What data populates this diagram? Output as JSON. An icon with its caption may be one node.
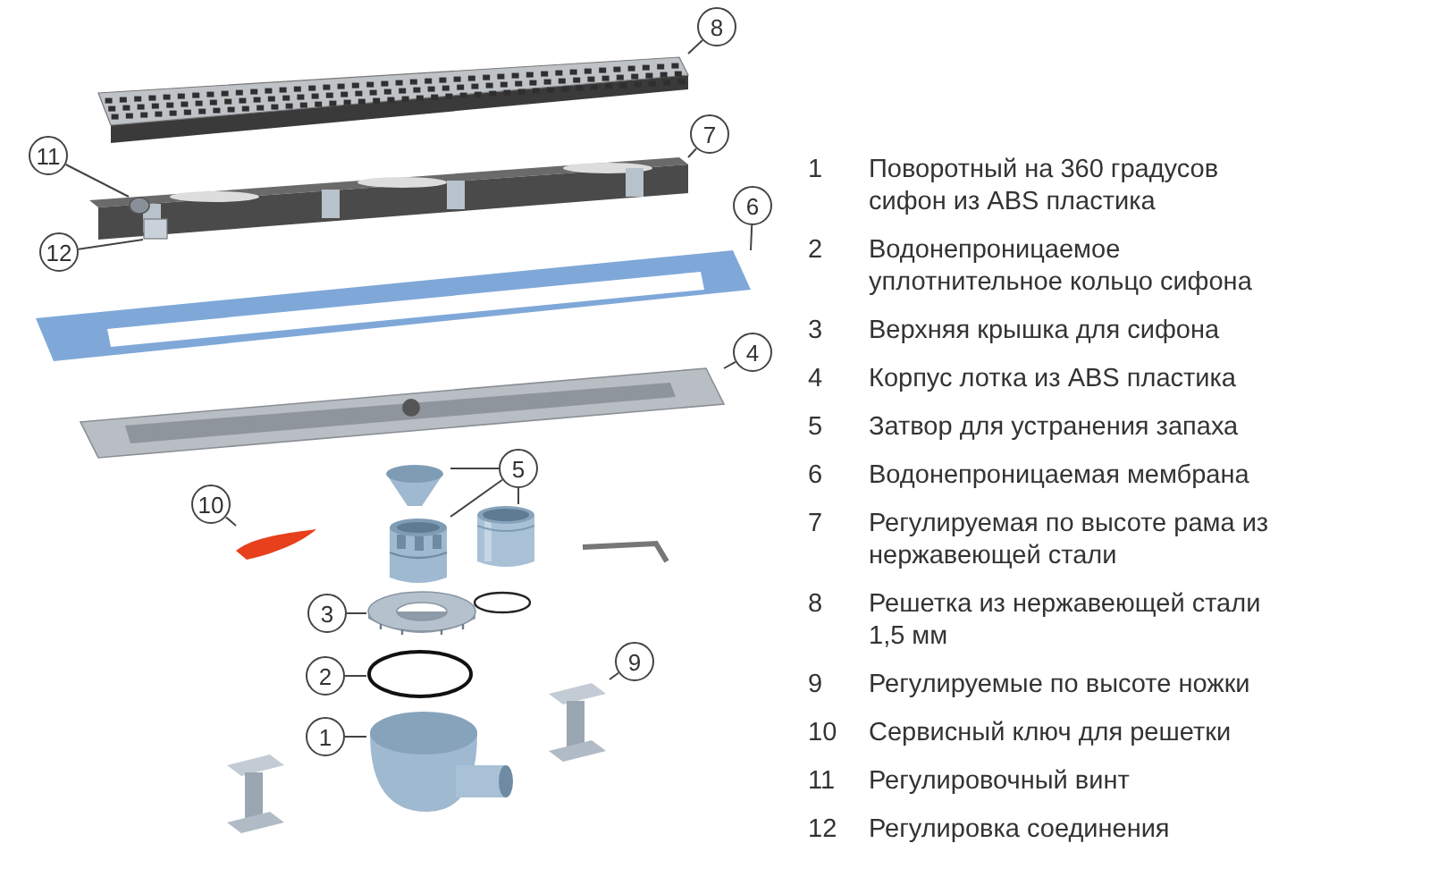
{
  "diagram": {
    "nodes": [
      {
        "text": [
          "8"
        ]
      },
      {
        "text": [],
        "shape": "picture"
      },
      {
        "text": [
          "7"
        ]
      },
      {
        "text": [],
        "shape": "picture"
      },
      {
        "text": [
          "11"
        ]
      },
      {
        "text": [],
        "shape": "circle",
        "in": 3
      },
      {
        "text": [
          "12"
        ]
      },
      {
        "text": [],
        "shape": "box",
        "in": 3
      },
      {
        "text": [
          "6"
        ]
      },
      {
        "text": [],
        "shape": "picture"
      },
      {
        "text": [
          "4"
        ]
      },
      {
        "text": [],
        "shape": "picture"
      },
      {
        "text": [
          "5"
        ]
      },
      {
        "text": [],
        "shape": "picture"
      },
      {
        "text": [],
        "shape": "picture"
      },
      {
        "text": [],
        "shape": "picture"
      },
      {
        "text": [
          "10"
        ]
      },
      {
        "text": [],
        "shape": "picture"
      },
      {
        "text": [
          "3"
        ]
      },
      {
        "text": [],
        "shape": "picture"
      },
      {
        "text": [
          "2"
        ]
      },
      {
        "text": [],
        "shape": "circle"
      },
      {
        "text": [
          "9"
        ]
      },
      {
        "text": [],
        "shape": "picture"
      },
      {
        "text": [
          "1"
        ]
      },
      {
        "text": [],
        "shape": "picture"
      }
    ],
    "edges": [
      {
        "from": 0,
        "to": 1,
        "arrow": "none"
      },
      {
        "from": 2,
        "to": 3,
        "arrow": "none"
      },
      {
        "from": 4,
        "to": 5,
        "arrow": "none"
      },
      {
        "from": 6,
        "to": 7,
        "arrow": "none"
      },
      {
        "from": 8,
        "to": 9,
        "arrow": "none"
      },
      {
        "from": 10,
        "to": 11,
        "arrow": "none"
      },
      {
        "from": 12,
        "to": 13,
        "arrow": "none"
      },
      {
        "from": 12,
        "to": 14,
        "arrow": "none"
      },
      {
        "from": 12,
        "to": 15,
        "arrow": "none"
      },
      {
        "from": 16,
        "to": 17,
        "arrow": "none"
      },
      {
        "from": 18,
        "to": 19,
        "arrow": "none"
      },
      {
        "from": 20,
        "to": 21,
        "arrow": "none"
      },
      {
        "from": 22,
        "to": 23,
        "arrow": "none"
      },
      {
        "from": 24,
        "to": 25,
        "arrow": "none"
      }
    ],
    "labels": [
      "1",
      "Поворотный на 360 градусов сифон из ABS пластика",
      "2",
      "Водонепроницаемое уплотнительное кольцо сифона",
      "3",
      "Верхняя крышка для сифона",
      "4",
      "Корпус лотка из ABS пластика",
      "5",
      "Затвор для устранения запаха",
      "6",
      "Водонепроницаемая мембрана",
      "7",
      "Регулируемая по высоте рама из нержавеющей стали",
      "8",
      "Решетка из нержавеющей стали 1,5 мм",
      "9",
      "Регулируемые по высоте ножки",
      "10",
      "Сервисный ключ для решетки",
      "11",
      "Регулировочный винт",
      "12",
      "Регулировка соединения"
    ]
  }
}
